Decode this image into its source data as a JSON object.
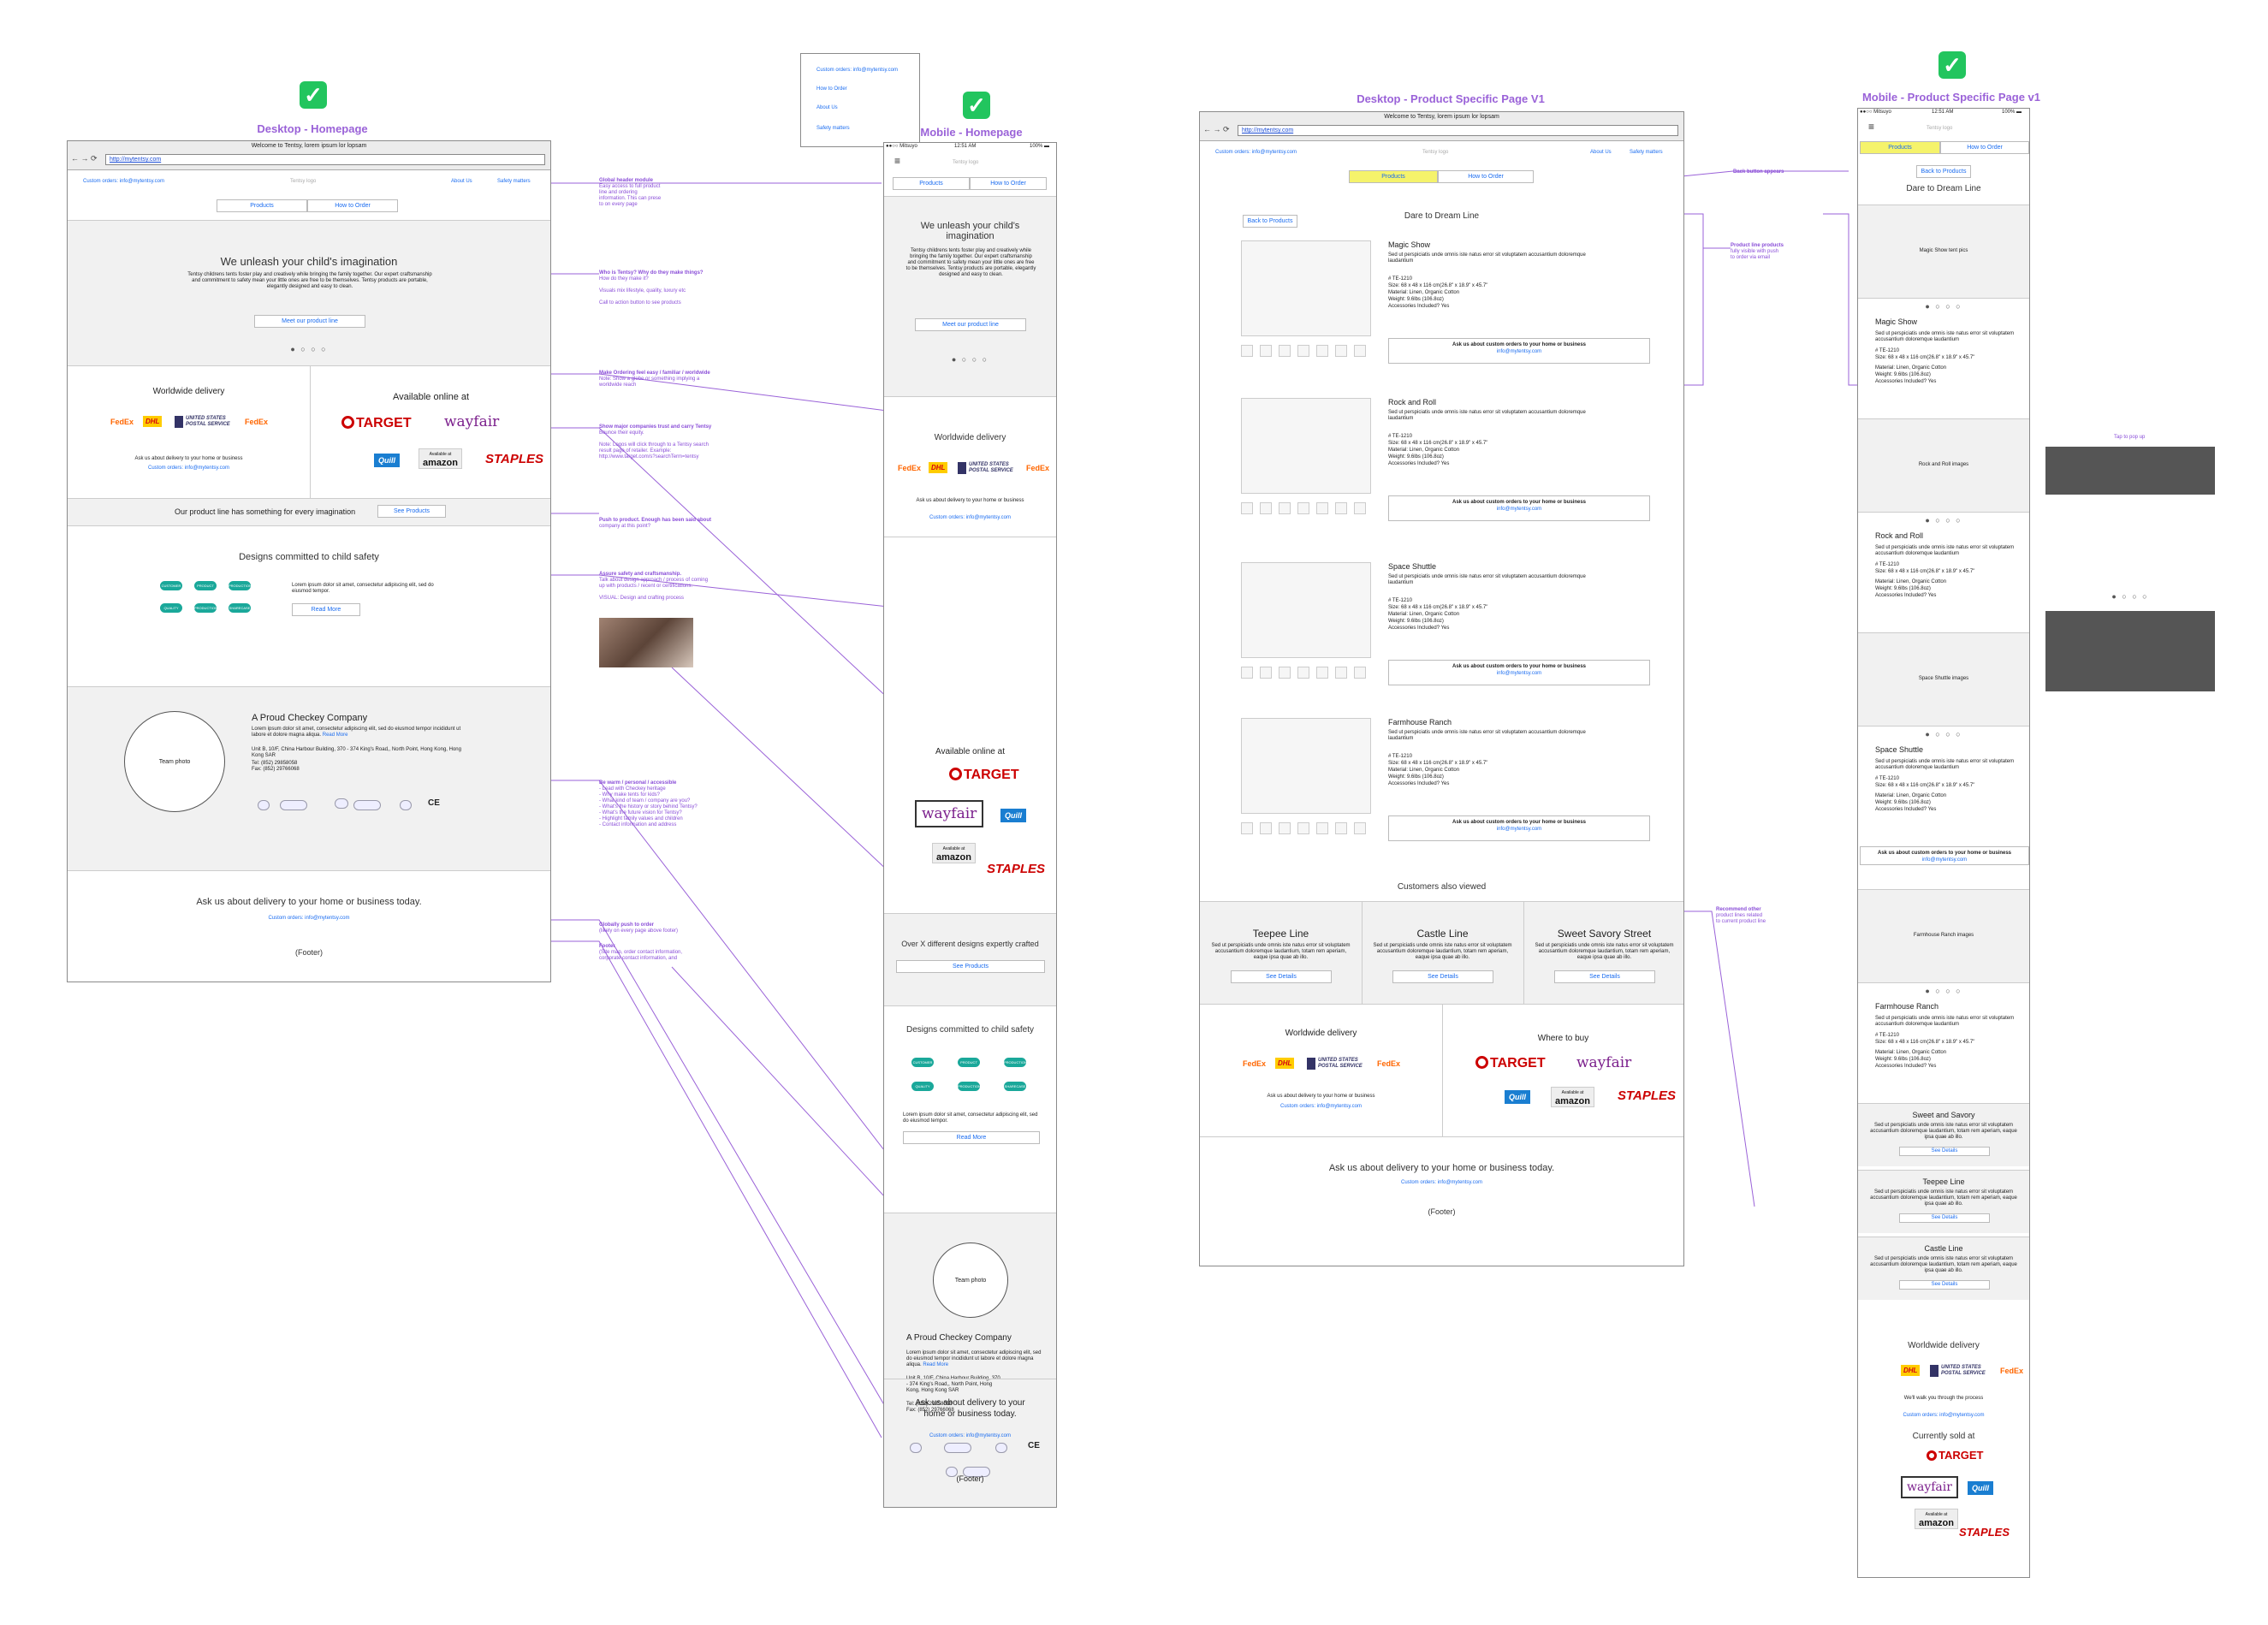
{
  "titles": {
    "desktop_home": "Desktop - Homepage",
    "mobile_home": "Mobile - Homepage",
    "desktop_pdp": "Desktop - Product Specific Page V1",
    "mobile_pdp": "Mobile - Product Specific Page v1"
  },
  "browser": {
    "title": "Welcome to Tentsy, lorem ipsum lor lopsam",
    "url": "http://mytentsy.com",
    "nav": "← → ⟳"
  },
  "header": {
    "custom_orders": "Custom orders: info@mytentsy.com",
    "logo": "Tentsy logo",
    "about": "About Us",
    "safety": "Safety matters",
    "tab_products": "Products",
    "tab_how": "How to Order"
  },
  "hero": {
    "title": "We unleash your child's imagination",
    "body": "Tentsy childrens tents foster play and creatively while bringing the family together. Our expert craftsmanship and commitment to safety mean your little ones are free to be themselves. Tentsy products are portable, elegantly designed and easy to clean.",
    "cta": "Meet our product line",
    "dots": "● ○ ○ ○"
  },
  "delivery": {
    "title": "Worldwide delivery",
    "ask": "Ask us about delivery to your home or business",
    "custom": "Custom orders: info@mytentsy.com",
    "available": "Available online at",
    "where": "Where to buy",
    "currently": "Currently sold at",
    "walk": "We'll walk you through the process"
  },
  "logos": {
    "fedex_a": "Fed",
    "fedex_b": "Ex",
    "dhl": "DHL",
    "usps": "UNITED STATES POSTAL SERVICE",
    "target": "TARGET",
    "wayfair": "wayfair",
    "quill": "Quill",
    "amazon_small": "Available at",
    "amazon": "amazon",
    "staples": "STAPLES"
  },
  "product_line": {
    "text": "Our product line has something for every imagination",
    "button": "See Products",
    "mobile_text": "Over X different designs expertly crafted"
  },
  "safety": {
    "title": "Designs committed to child safety",
    "body": "Lorem ipsum dolor sit amet, consectetur adipiscing elit, sed do eiusmod tempor.",
    "read_more": "Read More",
    "pills": [
      "CUSTOMER SERVICE",
      "PRODUCT DESIGN",
      "PRODUCTION",
      "QUALITY CONTROL",
      "PRODUCTION",
      "SHARECASE"
    ]
  },
  "company": {
    "title": "A Proud Checkey Company",
    "body": "Lorem ipsum dolor sit amet, consectetur adipiscing elit, sed do eiusmod tempor incididunt ut labore et dolore magna aliqua.",
    "read_more": "Read More",
    "address": "Unit B, 10/F, China Harbour Building, 370 - 374 King's Road,, North Point, Hong Kong, Hong Kong SAR",
    "tel": "Tel: (852) 29858058",
    "fax": "Fax: (852) 29766068",
    "photo": "Team photo",
    "ce": "CE"
  },
  "footer": {
    "ask": "Ask us about delivery to your home or business today.",
    "custom": "Custom orders: info@mytentsy.com",
    "footer": "(Footer)"
  },
  "mobile": {
    "status_left": "●●○○ Mitsuyo",
    "status_time": "12:51 AM",
    "status_right": "100% ▬",
    "menu": "≡",
    "ask_footer_a": "Ask us about delivery to your",
    "ask_footer_b": "home or business today."
  },
  "pdp": {
    "back": "Back to Products",
    "line_title": "Dare to Dream Line",
    "sku": "# TE-1210",
    "size": "Size: 68 x 48 x 116 cm(26.8\" x 18.9\" x 45.7\"",
    "material": "Material: Linen, Organic Cotton",
    "weight": "Weight: 9.6lbs (106.8oz)",
    "accessories": "Accessories Included? Yes",
    "desc": "Sed ut perspiciatis unde omnis iste natus error sit voluptatem accusantium doloremque laudantium",
    "ask": "Ask us about custom orders to your home or business",
    "email": "info@mytentsy.com",
    "products": [
      "Magic Show",
      "Rock and Roll",
      "Space Shuttle",
      "Farmhouse Ranch"
    ],
    "also": "Customers also viewed",
    "also_desc": "Sed ut perspiciatis unde omnis iste natus error sit voluptatem accusantium doloremque laudantium, totam rem aperiam, eaque ipsa quae ab illo.",
    "see_details": "See Details",
    "lines": [
      "Teepee Line",
      "Castle Line",
      "Sweet Savory Street"
    ]
  },
  "mpdp": {
    "images": [
      "Magic Show tent pics",
      "Rock and Roll images",
      "Space Shuttle images",
      "Farmhouse Ranch images"
    ],
    "lines": [
      "Sweet and Savory",
      "Teepee Line",
      "Castle Line"
    ],
    "popup": "Tap to pop up",
    "dots": "● ○ ○ ○"
  },
  "menu_popup": [
    "Custom orders: info@mytentsy.com",
    "How to Order",
    "About Us",
    "Safety matters"
  ],
  "annotations": [
    {
      "title": "Global header module",
      "body": "Easy access to full product\nline and ordering\ninformation. This can prese\nto on every page"
    },
    {
      "title": "Who is Tentsy? Why do they make things?",
      "body": "How do they make it?\n\nVisuals mix lifestyle, quality, luxury etc\n\nCall to action button to see products"
    },
    {
      "title": "Make Ordering feel easy / familiar / worldwide",
      "body": "Note: Show a globe or something implying a\nworldwide reach"
    },
    {
      "title": "Show major companies trust and carry Tentsy",
      "body": "Bounce their equity.\n\nNote: Logos will click through to a Tentsy search\nresult page of retailer. Example:\nhttp://www.target.com/s?searchTerm=tentsy"
    },
    {
      "title": "Push to product. Enough has been said about",
      "body": "company at this point?"
    },
    {
      "title": "Assure safety and craftsmanship.",
      "body": "Talk about design approach / process of coming\nup with products / recent or certifications.\n\nVISUAL: Design and crafting process"
    },
    {
      "title": "Be warm / personal / accessible",
      "body": "- Lead with Checkey heritage\n- Why make tents for kids?\n- What kind of team / company are you?\n- What's the history or story behind Tentsy?\n- What's the future vision for Tentsy?\n- Highlight family values and children\n- Contact information and address"
    },
    {
      "title": "Globally push to order",
      "body": "(likely on every page above footer)"
    },
    {
      "title": "Footer",
      "body": "(Site map, order contact information,\ncorporate contact information, and"
    },
    {
      "title": "Back button appears",
      "body": ""
    },
    {
      "title": "Product line products",
      "body": "fully visible with push\nto order via email"
    },
    {
      "title": "Recommend other",
      "body": "product lines related\nto current product line"
    }
  ],
  "colors": {
    "annotation": "#8a4ed8",
    "link": "#1a6cf0",
    "selected_tab": "#f5f36b",
    "check": "#22c55e",
    "teal": "#1aa89a"
  }
}
